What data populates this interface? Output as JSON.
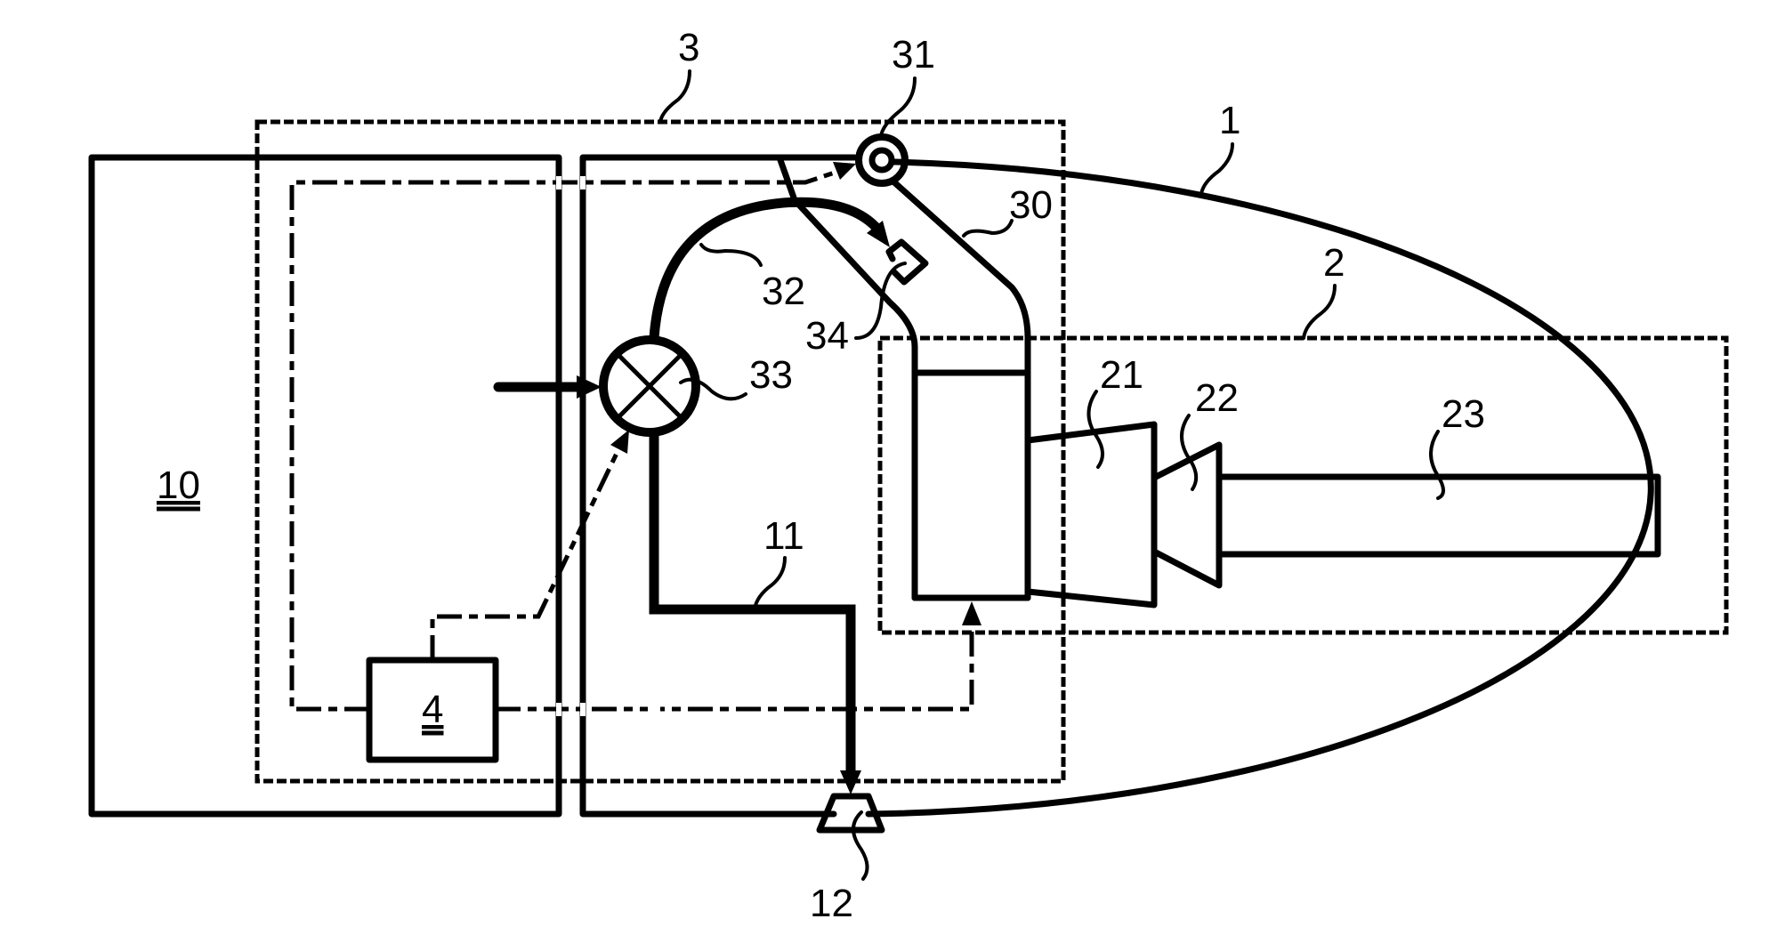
{
  "figure": {
    "labels": {
      "nacelle": "1",
      "drive_train": "2",
      "cooling_system": "3",
      "controller": "4",
      "tower": "10",
      "drain_line": "11",
      "outlet": "12",
      "gearbox_stage": "21",
      "generator_stage": "22",
      "shaft": "23",
      "tower_duct": "30",
      "pivot": "31",
      "supply_line": "32",
      "valve": "33",
      "nozzle": "34"
    }
  }
}
